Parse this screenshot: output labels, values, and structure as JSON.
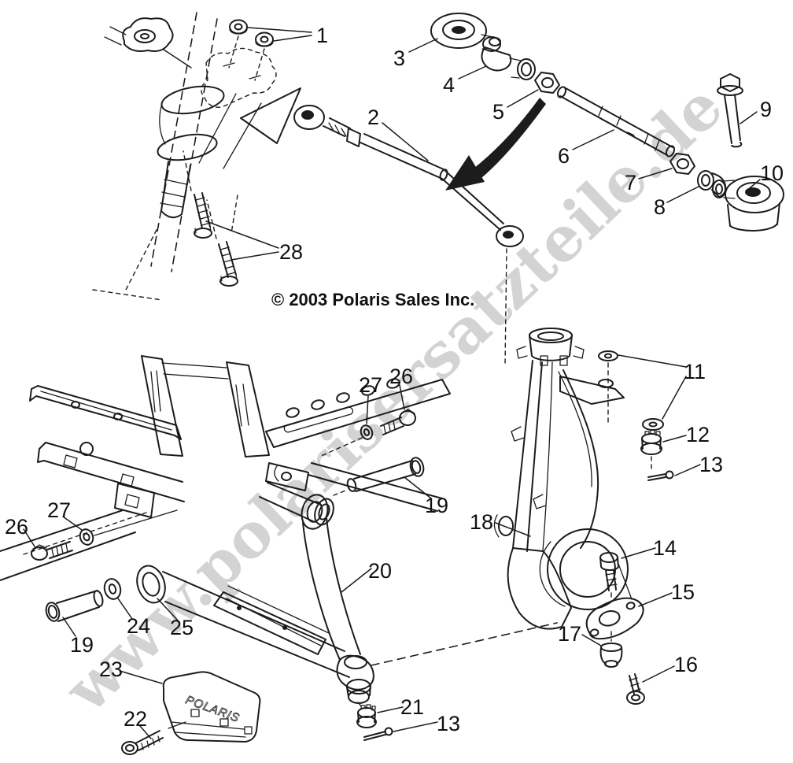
{
  "diagram": {
    "copyright": "© 2003 Polaris Sales Inc.",
    "watermark": "www.polarisersatzteile.de",
    "guard_text": "POLARIS",
    "colors": {
      "line": "#1c1c1c",
      "watermark": "#c9c9c9",
      "background": "#ffffff"
    },
    "callouts": {
      "c1": "1",
      "c2": "2",
      "c3": "3",
      "c4": "4",
      "c5": "5",
      "c6": "6",
      "c7": "7",
      "c8": "8",
      "c9": "9",
      "c10": "10",
      "c11": "11",
      "c12": "12",
      "c13a": "13",
      "c13b": "13",
      "c14": "14",
      "c15": "15",
      "c16": "16",
      "c17": "17",
      "c18": "18",
      "c19a": "19",
      "c19b": "19",
      "c20": "20",
      "c21": "21",
      "c22": "22",
      "c23": "23",
      "c24": "24",
      "c25": "25",
      "c26a": "26",
      "c26b": "26",
      "c27a": "27",
      "c27b": "27",
      "c28": "28"
    }
  }
}
